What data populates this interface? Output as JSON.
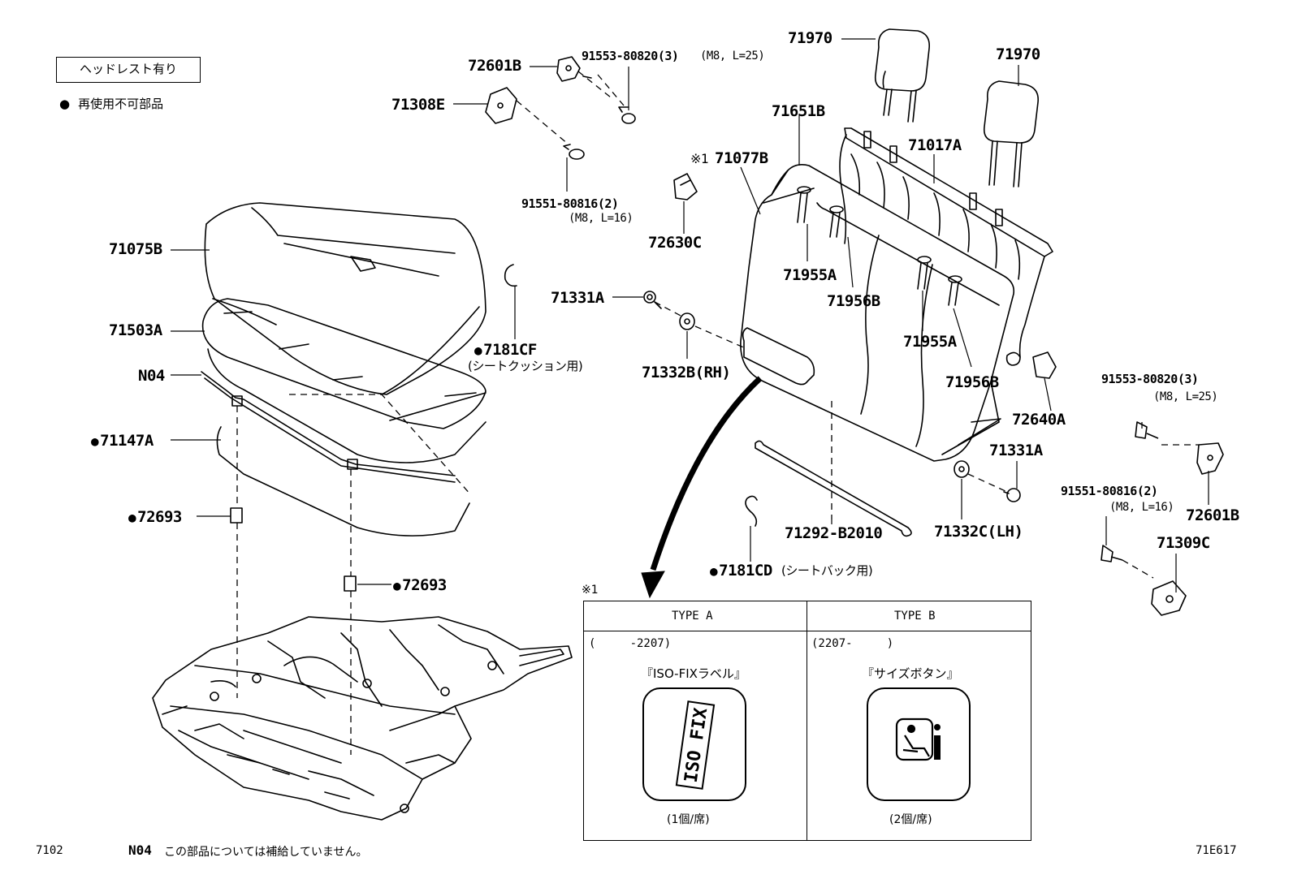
{
  "legend": {
    "box_label": "ヘッドレスト有り",
    "bullet": "●",
    "note": "再使用不可部品"
  },
  "parts": {
    "p71970_left": "71970",
    "p71970_right": "71970",
    "p71651B": "71651B",
    "p71017A": "71017A",
    "p71077B_mark": "※1",
    "p71077B": "71077B",
    "p72630C": "72630C",
    "p71955A_1": "71955A",
    "p71956B_1": "71956B",
    "p71955A_2": "71955A",
    "p71956B_2": "71956B",
    "p72640A": "72640A",
    "p71331A_1": "71331A",
    "p71332B": "71332B(RH)",
    "p71331A_2": "71331A",
    "p71332C": "71332C(LH)",
    "p71292": "71292-B2010",
    "p7181CD": "7181CD",
    "p7181CD_note": "(シートバック用)",
    "p72601B_top": "72601B",
    "p91553_top": "91553-80820(3)",
    "p91553_top_spec": "(M8, L=25)",
    "p71308E": "71308E",
    "p91551_top": "91551-80816(2)",
    "p91551_top_spec": "(M8, L=16)",
    "p71075B": "71075B",
    "p71503A": "71503A",
    "pN04": "N04",
    "p71147A": "71147A",
    "p7181CF": "7181CF",
    "p7181CF_note": "(シートクッション用)",
    "p72693_1": "72693",
    "p72693_2": "72693",
    "p91553_right": "91553-80820(3)",
    "p91553_right_spec": "(M8, L=25)",
    "p91551_right": "91551-80816(2)",
    "p91551_right_spec": "(M8, L=16)",
    "p72601B_right": "72601B",
    "p71309C": "71309C"
  },
  "table": {
    "mark": "※1",
    "type_a": {
      "header": "TYPE A",
      "range": "(     -2207)",
      "name": "『ISO-FIXラベル』",
      "badge_text": "ISO FIX",
      "qty": "(1個/席)"
    },
    "type_b": {
      "header": "TYPE B",
      "range": "(2207-     )",
      "name": "『サイズボタン』",
      "qty": "(2個/席)"
    }
  },
  "footer": {
    "page_code": "7102",
    "note_code": "N04",
    "note_text": "この部品については補給していません。",
    "figure_id": "71E617"
  }
}
